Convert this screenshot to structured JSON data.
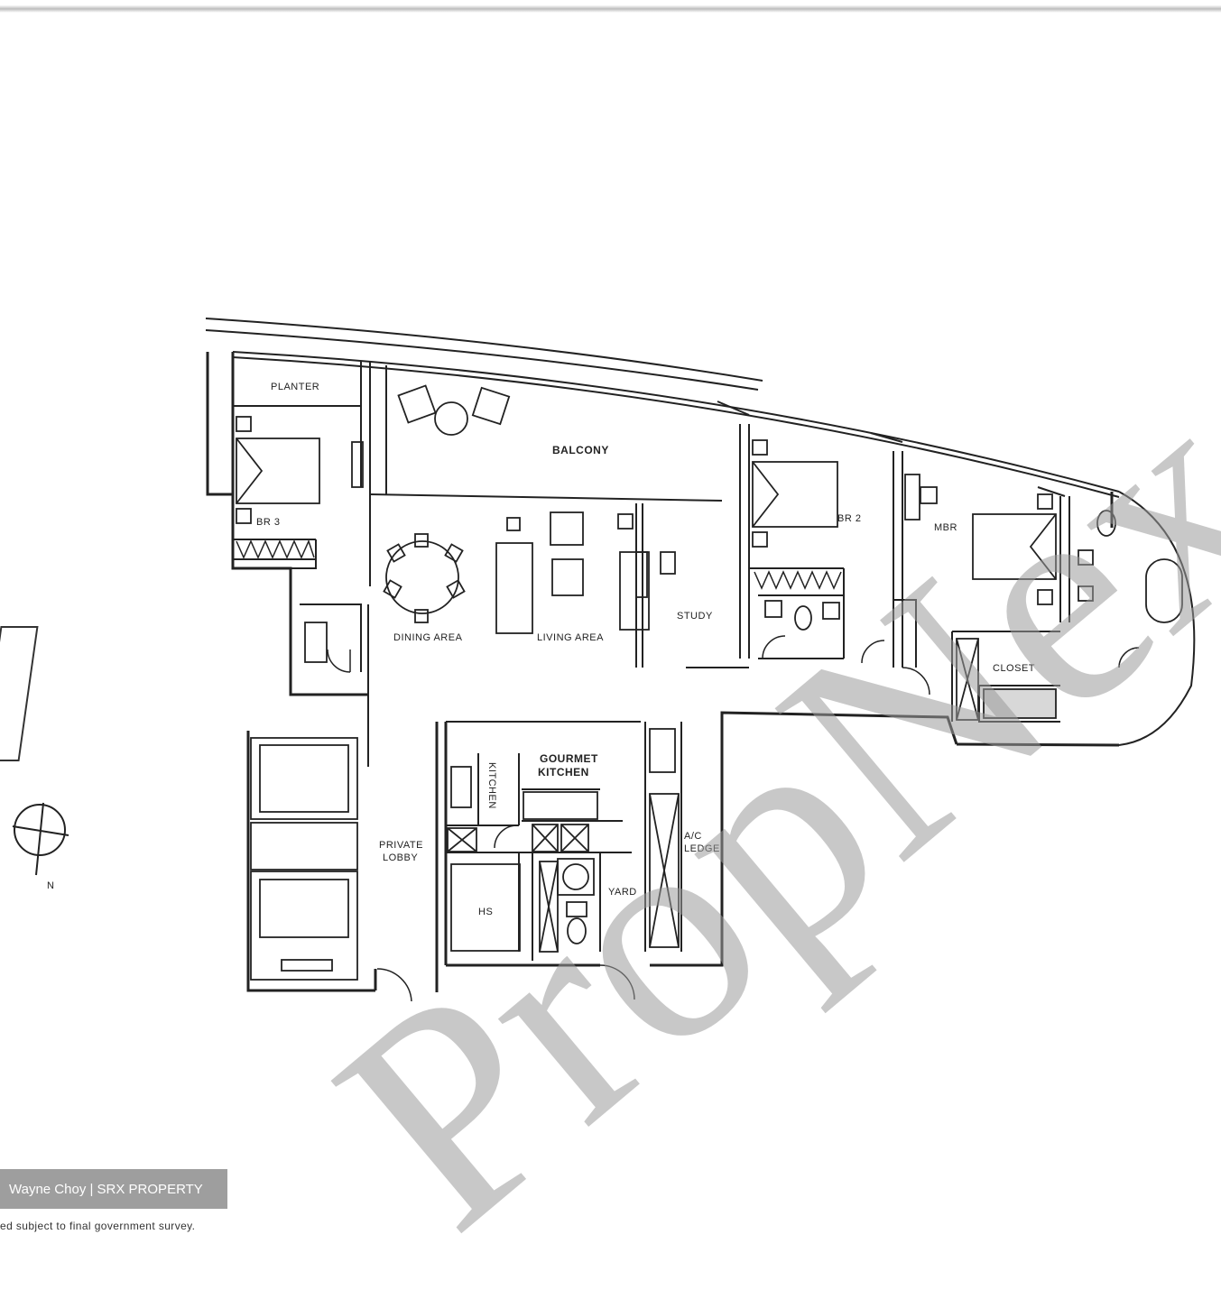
{
  "rooms": {
    "planter": "PLANTER",
    "balcony": "BALCONY",
    "br3": "BR 3",
    "br2": "BR 2",
    "mbr": "MBR",
    "dining": "DINING AREA",
    "living": "LIVING AREA",
    "study": "STUDY",
    "closet": "CLOSET",
    "kitchen": "KITCHEN",
    "gourmet_1": "GOURMET",
    "gourmet_2": "KITCHEN",
    "private_lobby_1": "PRIVATE",
    "private_lobby_2": "LOBBY",
    "hs": "HS",
    "yard": "YARD",
    "ac_ledge_1": "A/C",
    "ac_ledge_2": "LEDGE",
    "compass_n": "N"
  },
  "watermark": "PropNex",
  "credit": "Wayne Choy | SRX PROPERTY",
  "disclaimer": "ed subject to final government survey.",
  "colors": {
    "line": "#222222",
    "watermark": "#9a9a9a",
    "credit_bg": "#9e9e9e"
  }
}
